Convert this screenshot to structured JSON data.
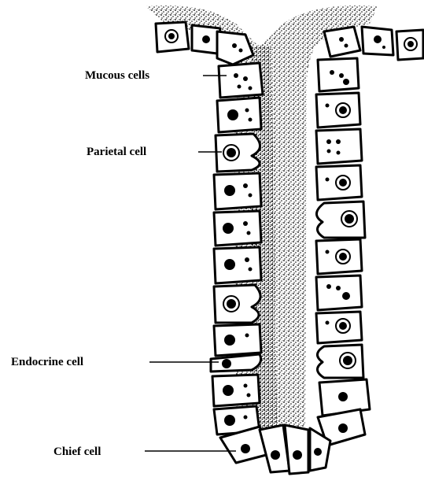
{
  "labels": {
    "mucous": "Mucous cells",
    "parietal": "Parietal cell",
    "endocrine": "Endocrine cell",
    "chief": "Chief cell"
  },
  "colors": {
    "outline": "#000000",
    "background": "#ffffff",
    "lumen_stipple": "#000000"
  }
}
